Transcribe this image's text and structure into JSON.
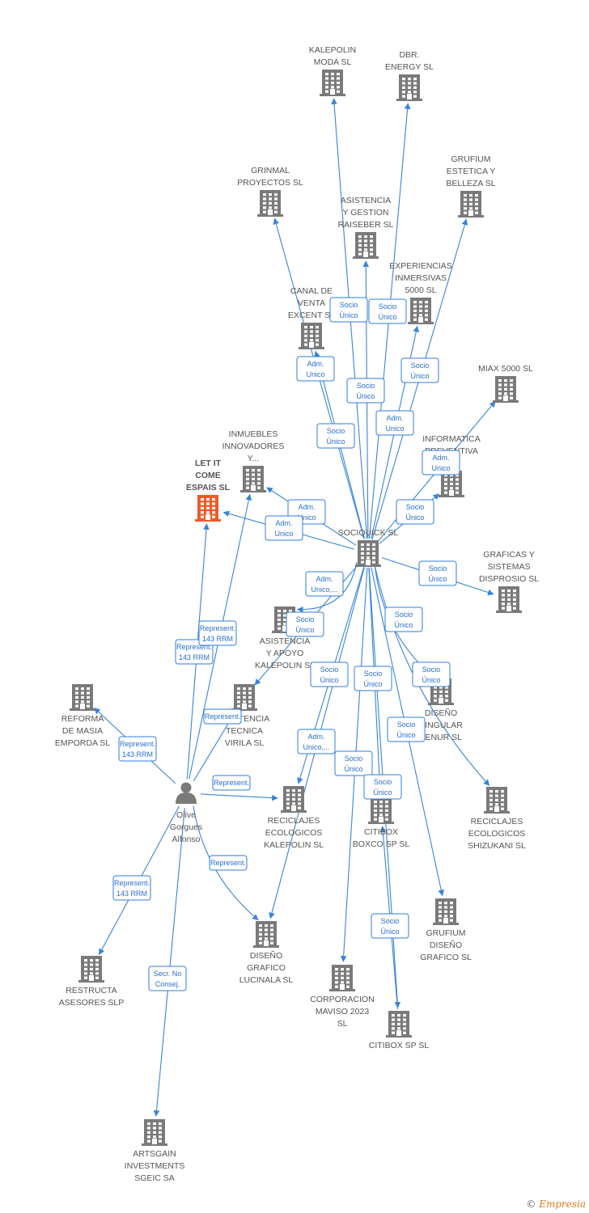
{
  "colors": {
    "node": "#7a7a7a",
    "highlight": "#f05a28",
    "edge": "#3a85d8",
    "label": "#555555"
  },
  "nodes": [
    {
      "id": "kalepolin_moda",
      "lines": [
        "KALEPOLIN",
        "MODA  SL"
      ],
      "icon": "building-icon"
    },
    {
      "id": "dbr_energy",
      "lines": [
        "DBR.",
        "ENERGY  SL"
      ],
      "icon": "building-icon"
    },
    {
      "id": "grinmal",
      "lines": [
        "GRINMAL",
        "PROYECTOS  SL"
      ],
      "icon": "building-icon"
    },
    {
      "id": "grufium_estetica",
      "lines": [
        "GRUFIUM",
        "ESTETICA Y",
        "BELLEZA  SL"
      ],
      "icon": "building-icon"
    },
    {
      "id": "asistencia_raiseber",
      "lines": [
        "ASISTENCIA",
        "Y GESTION",
        "RAISEBER  SL"
      ],
      "icon": "building-icon"
    },
    {
      "id": "experiencias",
      "lines": [
        "EXPERIENCIAS",
        "INMERSIVAS",
        "5000  SL"
      ],
      "icon": "building-icon"
    },
    {
      "id": "canal_venta",
      "lines": [
        "CANAL DE",
        "VENTA",
        "EXCENT  SL"
      ],
      "icon": "building-icon"
    },
    {
      "id": "miax",
      "lines": [
        "MIAX 5000  SL"
      ],
      "icon": "building-icon"
    },
    {
      "id": "informatica",
      "lines": [
        "INFORMATICA",
        "PREVENTIVA",
        "SL"
      ],
      "icon": "building-icon"
    },
    {
      "id": "inmuebles",
      "lines": [
        "INMUEBLES",
        "INNOVADORES",
        "Y..."
      ],
      "icon": "building-icon"
    },
    {
      "id": "let_it_come",
      "lines": [
        "LET IT",
        "COME",
        "ESPAIS  SL"
      ],
      "icon": "building-icon",
      "highlight": true
    },
    {
      "id": "sociquick",
      "lines": [
        "SOCIQUICK  SL"
      ],
      "icon": "building-icon"
    },
    {
      "id": "graficas",
      "lines": [
        "GRAFICAS Y",
        "SISTEMAS",
        "DISPROSIO  SL"
      ],
      "icon": "building-icon"
    },
    {
      "id": "asistencia_kalepolin",
      "lines": [
        "ASISTENCIA",
        "Y APOYO",
        "KALEPOLIN  SL"
      ],
      "icon": "building-icon"
    },
    {
      "id": "asistencia_virila",
      "lines": [
        "ASISTENCIA",
        "TECNICA",
        "VIRILA  SL"
      ],
      "icon": "building-icon"
    },
    {
      "id": "reforma",
      "lines": [
        "REFORMA",
        "DE MASIA",
        "EMPORDA  SL"
      ],
      "icon": "building-icon"
    },
    {
      "id": "diseno_singular",
      "lines": [
        "DISEÑO",
        "SINGULAR",
        "TENUR  SL"
      ],
      "icon": "building-icon"
    },
    {
      "id": "olive",
      "lines": [
        "Olive",
        "Gorgues",
        "Alfonso"
      ],
      "icon": "person-icon"
    },
    {
      "id": "reciclajes_kalepolin",
      "lines": [
        "RECICLAJES",
        "ECOLOGICOS",
        "KALEPOLIN  SL"
      ],
      "icon": "building-icon"
    },
    {
      "id": "citibox_boxco",
      "lines": [
        "CITIBOX",
        "BOXCO SP  SL"
      ],
      "icon": "building-icon"
    },
    {
      "id": "reciclajes_shizukani",
      "lines": [
        "RECICLAJES",
        "ECOLOGICOS",
        "SHIZUKANI  SL"
      ],
      "icon": "building-icon"
    },
    {
      "id": "grufium_diseno",
      "lines": [
        "GRUFIUM",
        "DISEÑO",
        "GRAFICO  SL"
      ],
      "icon": "building-icon"
    },
    {
      "id": "diseno_lucinala",
      "lines": [
        "DISEÑO",
        "GRAFICO",
        "LUCINALA  SL"
      ],
      "icon": "building-icon"
    },
    {
      "id": "restructa",
      "lines": [
        "RESTRUCTA",
        "ASESORES SLP"
      ],
      "icon": "building-icon"
    },
    {
      "id": "corporacion_maviso",
      "lines": [
        "CORPORACION",
        "MAVISO 2023",
        "SL"
      ],
      "icon": "building-icon"
    },
    {
      "id": "citibox_sp",
      "lines": [
        "CITIBOX SP  SL"
      ],
      "icon": "building-icon"
    },
    {
      "id": "artsgain",
      "lines": [
        "ARTSGAIN",
        "INVESTMENTS",
        "SGEIC SA"
      ],
      "icon": "building-icon"
    }
  ],
  "edges": [
    {
      "from": "sociquick",
      "to": "kalepolin_moda",
      "label": [
        "Socio",
        "Único"
      ]
    },
    {
      "from": "sociquick",
      "to": "dbr_energy",
      "label": [
        "Socio",
        "Único"
      ]
    },
    {
      "from": "sociquick",
      "to": "grinmal",
      "label": [
        "Socio",
        "Único"
      ]
    },
    {
      "from": "sociquick",
      "to": "grufium_estetica",
      "label": [
        "Socio",
        "Único"
      ]
    },
    {
      "from": "sociquick",
      "to": "asistencia_raiseber",
      "label": [
        "Socio",
        "Único"
      ]
    },
    {
      "from": "sociquick",
      "to": "experiencias",
      "label": [
        "Adm.",
        "Unico"
      ]
    },
    {
      "from": "sociquick",
      "to": "canal_venta",
      "label": [
        "Adm.",
        "Unico"
      ]
    },
    {
      "from": "sociquick",
      "to": "miax",
      "label": [
        "Adm.",
        "Unico"
      ]
    },
    {
      "from": "sociquick",
      "to": "informatica",
      "label": [
        "Socio",
        "Único"
      ]
    },
    {
      "from": "sociquick",
      "to": "inmuebles",
      "label": [
        "Adm.",
        "Unico"
      ]
    },
    {
      "from": "sociquick",
      "to": "let_it_come",
      "label": [
        "Adm.",
        "Unico"
      ]
    },
    {
      "from": "sociquick",
      "to": "graficas",
      "label": [
        "Socio",
        "Único"
      ]
    },
    {
      "from": "sociquick",
      "to": "asistencia_kalepolin",
      "label": [
        "Adm.",
        "Unico,..."
      ]
    },
    {
      "from": "sociquick",
      "to": "asistencia_virila",
      "label": [
        "Socio",
        "Único"
      ]
    },
    {
      "from": "sociquick",
      "to": "diseno_singular",
      "label": [
        "Socio",
        "Único"
      ]
    },
    {
      "from": "sociquick",
      "to": "reciclajes_shizukani",
      "label": [
        "Socio",
        "Único"
      ]
    },
    {
      "from": "sociquick",
      "to": "reciclajes_kalepolin",
      "label": [
        "Socio",
        "Único"
      ]
    },
    {
      "from": "sociquick",
      "to": "citibox_boxco",
      "label": [
        "Socio",
        "Único"
      ]
    },
    {
      "from": "sociquick",
      "to": "grufium_diseno",
      "label": [
        "Socio",
        "Único"
      ]
    },
    {
      "from": "sociquick",
      "to": "diseno_lucinala",
      "label": [
        "Adm.",
        "Unico,..."
      ]
    },
    {
      "from": "sociquick",
      "to": "corporacion_maviso",
      "label": [
        "Socio",
        "Único"
      ]
    },
    {
      "from": "sociquick",
      "to": "citibox_sp",
      "label": [
        "Socio",
        "Único"
      ]
    },
    {
      "from": "citibox_sp",
      "to": "citibox_boxco",
      "label": [
        "Socio",
        "Único"
      ]
    },
    {
      "from": "olive",
      "to": "let_it_come",
      "label": [
        "Represent.",
        "143 RRM"
      ]
    },
    {
      "from": "olive",
      "to": "inmuebles",
      "label": [
        "Represent.",
        "143 RRM"
      ]
    },
    {
      "from": "olive",
      "to": "asistencia_virila",
      "label": [
        "Represent."
      ]
    },
    {
      "from": "olive",
      "to": "reforma",
      "label": [
        "Represent.",
        "143 RRM"
      ]
    },
    {
      "from": "olive",
      "to": "reciclajes_kalepolin",
      "label": [
        "Represent."
      ]
    },
    {
      "from": "olive",
      "to": "diseno_lucinala",
      "label": [
        "Represent."
      ]
    },
    {
      "from": "olive",
      "to": "restructa",
      "label": [
        "Represent.",
        "143 RRM"
      ]
    },
    {
      "from": "olive",
      "to": "artsgain",
      "label": [
        "Secr.  No",
        "Consej."
      ]
    }
  ],
  "footer": {
    "symbol": "©",
    "brand": "Empresia"
  }
}
